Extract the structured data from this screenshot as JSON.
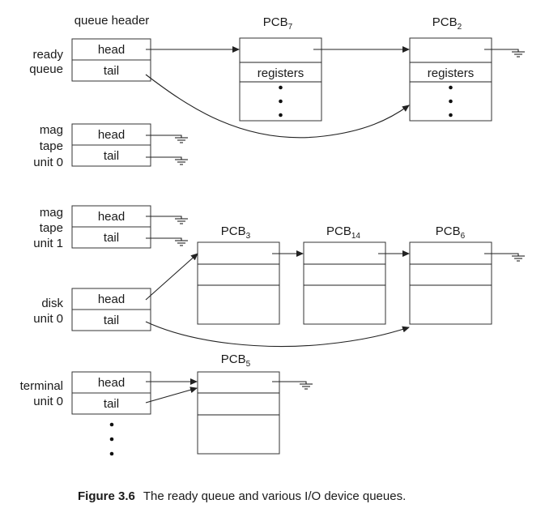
{
  "header_label": "queue header",
  "head_label": "head",
  "tail_label": "tail",
  "registers_label": "registers",
  "queues": [
    {
      "lines": [
        "ready",
        "queue"
      ]
    },
    {
      "lines": [
        "mag",
        "tape",
        "unit 0"
      ]
    },
    {
      "lines": [
        "mag",
        "tape",
        "unit 1"
      ]
    },
    {
      "lines": [
        "disk",
        "unit 0"
      ]
    },
    {
      "lines": [
        "terminal",
        "unit 0"
      ]
    }
  ],
  "pcbs": [
    {
      "base": "PCB",
      "sub": "7"
    },
    {
      "base": "PCB",
      "sub": "2"
    },
    {
      "base": "PCB",
      "sub": "3"
    },
    {
      "base": "PCB",
      "sub": "14"
    },
    {
      "base": "PCB",
      "sub": "6"
    },
    {
      "base": "PCB",
      "sub": "5"
    }
  ],
  "caption": {
    "number": "Figure 3.6",
    "text": "The ready queue and various I/O device queues."
  }
}
